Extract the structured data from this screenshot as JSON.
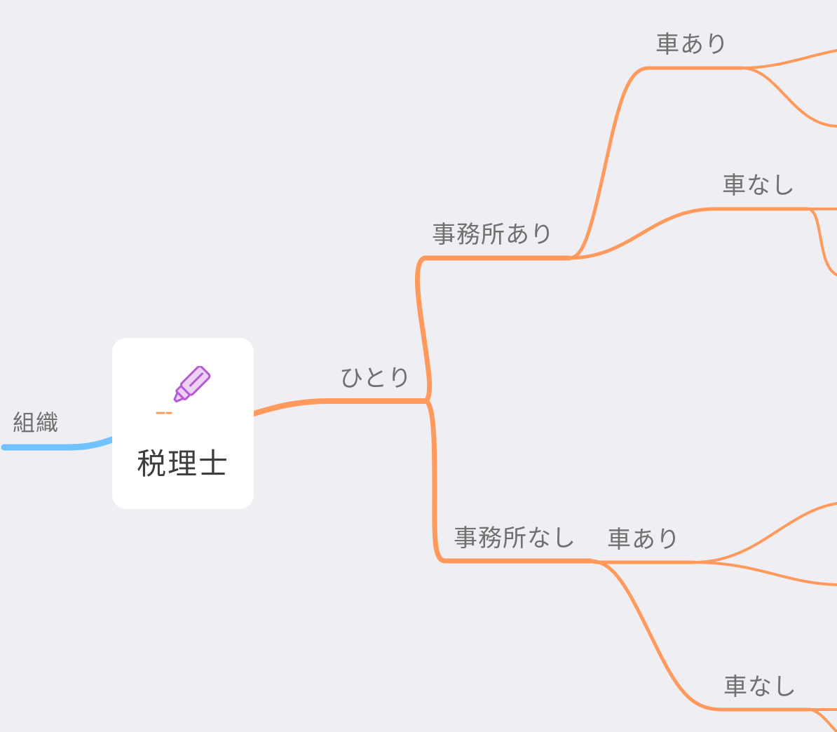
{
  "colors": {
    "background": "#efeef3",
    "branch_orange": "#ff9a5c",
    "branch_blue": "#71c3ff",
    "root_card": "#ffffff",
    "icon_purple": "#b65ad6"
  },
  "root": {
    "title": "税理士",
    "icon": "highlighter-icon"
  },
  "left_branch": {
    "label": "組織"
  },
  "nodes": {
    "hitori": "ひとり",
    "jimusho_ari": "事務所あり",
    "jimusho_nashi": "事務所なし",
    "kuruma_ari_1": "車あり",
    "kuruma_nashi_1": "車なし",
    "kuruma_ari_2": "車あり",
    "kuruma_nashi_2": "車なし"
  }
}
